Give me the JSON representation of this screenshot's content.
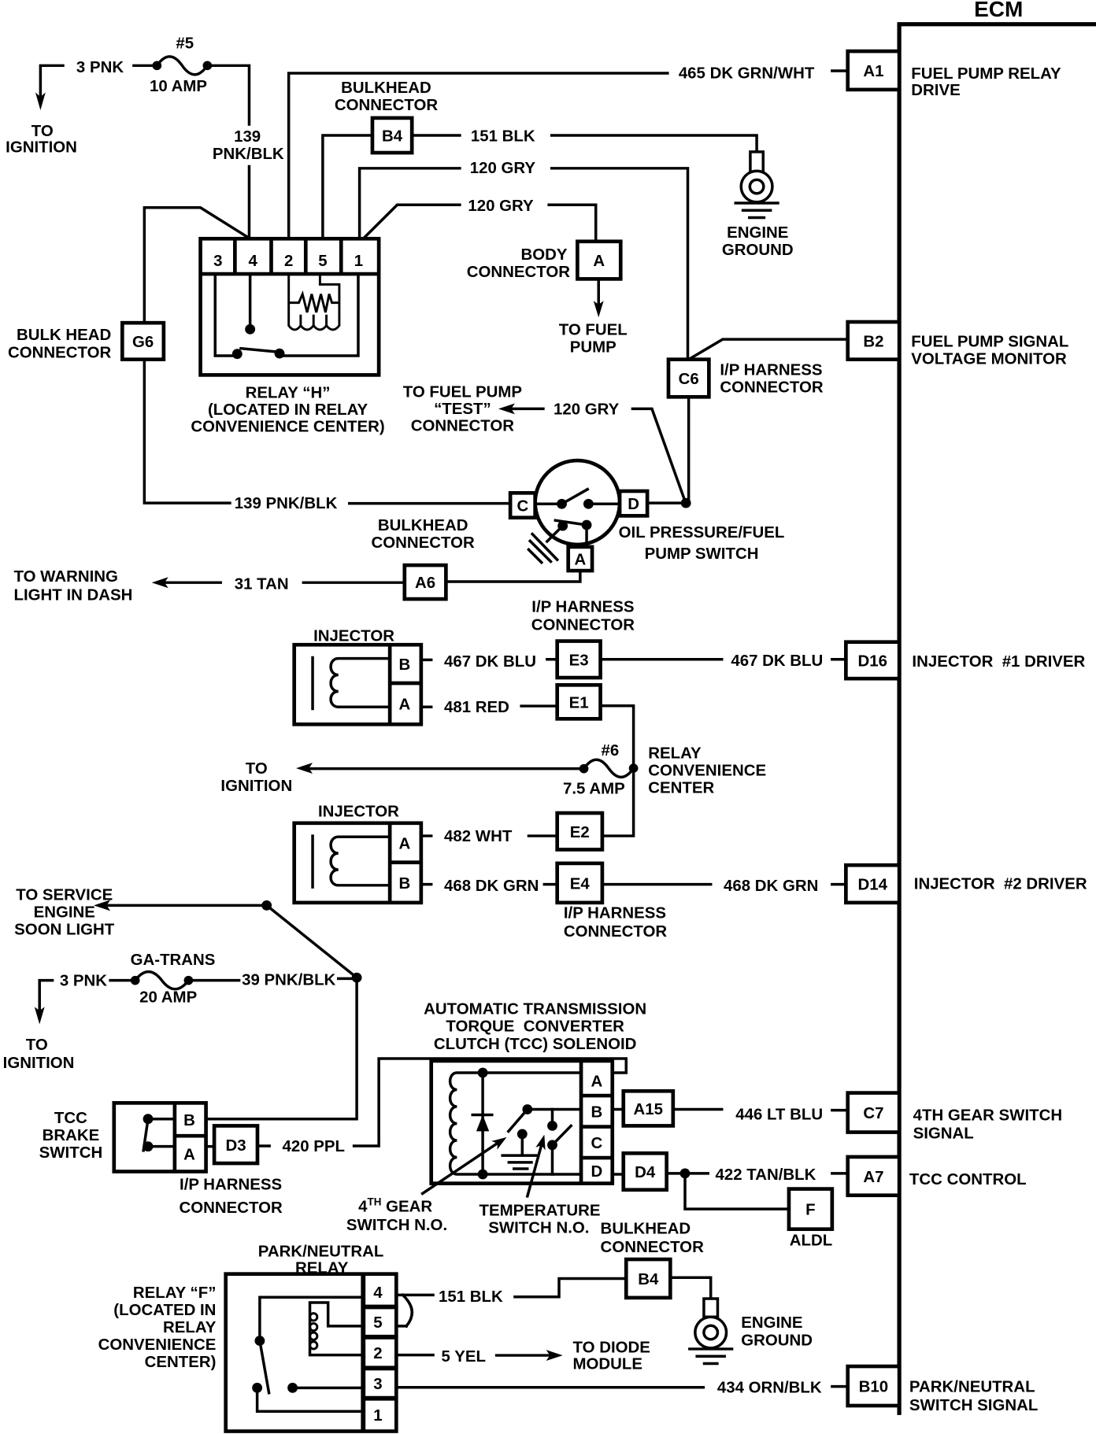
{
  "ecm": {
    "title": "ECM",
    "a1": {
      "id": "A1",
      "desc": [
        "FUEL PUMP RELAY",
        "DRIVE"
      ]
    },
    "b2": {
      "id": "B2",
      "desc": [
        "FUEL PUMP SIGNAL",
        "VOLTAGE MONITOR"
      ]
    },
    "d16": {
      "id": "D16",
      "desc": [
        "INJECTOR  #1 DRIVER"
      ]
    },
    "d14": {
      "id": "D14",
      "desc": [
        "INJECTOR  #2 DRIVER"
      ]
    },
    "c7": {
      "id": "C7",
      "desc": [
        "4TH GEAR SWITCH",
        "SIGNAL"
      ]
    },
    "a7": {
      "id": "A7",
      "desc": [
        "TCC CONTROL"
      ]
    },
    "b10": {
      "id": "B10",
      "desc": [
        "PARK/NEUTRAL",
        "SWITCH SIGNAL"
      ]
    }
  },
  "fuses": {
    "f5": {
      "name": "#5",
      "rating": "10 AMP"
    },
    "f6": {
      "name": "#6",
      "rating": "7.5 AMP",
      "location": [
        "RELAY",
        "CONVENIENCE",
        "CENTER"
      ]
    },
    "ga_trans": {
      "name": "GA-TRANS",
      "rating": "20 AMP"
    }
  },
  "wires": {
    "w3_pnk_top": "3 PNK",
    "w139_top": [
      "139",
      "PNK/BLK"
    ],
    "w465": "465 DK GRN/WHT",
    "w151_top": "151 BLK",
    "w120_gry_1": "120 GRY",
    "w120_gry_2": "120 GRY",
    "w120_gry_test": "120 GRY",
    "w139_oil": "139 PNK/BLK",
    "w31_tan": "31 TAN",
    "w467_inj": "467 DK BLU",
    "w467_ecm": "467 DK BLU",
    "w481_red": "481 RED",
    "w482_wht": "482 WHT",
    "w468_inj": "468 DK GRN",
    "w468_ecm": "468 DK GRN",
    "w3_pnk_bottom": "3 PNK",
    "w39": "39 PNK/BLK",
    "w420": "420 PPL",
    "w446": "446 LT BLU",
    "w422": "422 TAN/BLK",
    "w151_bottom": "151 BLK",
    "w5_yel": "5 YEL",
    "w434": "434 ORN/BLK"
  },
  "connectors": {
    "b4_top": {
      "id": "B4",
      "label": [
        "BULKHEAD",
        "CONNECTOR"
      ]
    },
    "g6": {
      "id": "G6",
      "label": [
        "BULK HEAD",
        "CONNECTOR"
      ]
    },
    "body_a": {
      "id": "A",
      "label": [
        "BODY",
        "CONNECTOR"
      ]
    },
    "c6": {
      "id": "C6",
      "label": [
        "I/P HARNESS",
        "CONNECTOR"
      ]
    },
    "a6": {
      "id": "A6",
      "label": [
        "BULKHEAD",
        "CONNECTOR"
      ]
    },
    "e3": {
      "id": "E3",
      "label": [
        "I/P HARNESS",
        "CONNECTOR"
      ]
    },
    "e1": {
      "id": "E1"
    },
    "e2": {
      "id": "E2"
    },
    "e4": {
      "id": "E4",
      "label": [
        "I/P HARNESS",
        "CONNECTOR"
      ]
    },
    "d3": {
      "id": "D3",
      "label": [
        "I/P HARNESS",
        "CONNECTOR"
      ]
    },
    "a15": {
      "id": "A15"
    },
    "d4": {
      "id": "D4"
    },
    "aldl": {
      "id": "F",
      "label": "ALDL"
    },
    "b4_bottom": {
      "id": "B4",
      "label": [
        "BULKHEAD",
        "CONNECTOR"
      ]
    }
  },
  "components": {
    "relay_h": {
      "pins": [
        "3",
        "4",
        "2",
        "5",
        "1"
      ],
      "label": [
        "RELAY “H”",
        "(LOCATED IN RELAY",
        "CONVENIENCE CENTER)"
      ]
    },
    "oil_pressure_switch": {
      "pin_c": "C",
      "pin_d": "D",
      "pin_a": "A",
      "label": [
        "OIL PRESSURE/FUEL",
        "PUMP SWITCH"
      ]
    },
    "injector_1": {
      "title": "INJECTOR",
      "pin_top": "B",
      "pin_bottom": "A"
    },
    "injector_2": {
      "title": "INJECTOR",
      "pin_top": "A",
      "pin_bottom": "B"
    },
    "tcc_brake_switch": {
      "label": [
        "TCC",
        "BRAKE",
        "SWITCH"
      ],
      "pin_top": "B",
      "pin_bottom": "A"
    },
    "tcc_solenoid": {
      "label": [
        "AUTOMATIC TRANSMISSION",
        "TORQUE  CONVERTER",
        "CLUTCH (TCC) SOLENOID"
      ],
      "pins": [
        "A",
        "B",
        "C",
        "D"
      ],
      "fourth_gear_switch": {
        "num": "4",
        "sup": "TH",
        "rest": " GEAR",
        "line2": "SWITCH N.O."
      },
      "temperature_switch": [
        "TEMPERATURE",
        "SWITCH N.O."
      ]
    },
    "park_neutral_relay": {
      "title": [
        "PARK/NEUTRAL",
        "RELAY"
      ],
      "label": [
        "RELAY “F”",
        "(LOCATED IN",
        "RELAY",
        "CONVENIENCE",
        "CENTER)"
      ],
      "pins": [
        "4",
        "5",
        "2",
        "3",
        "1"
      ]
    },
    "engine_ground_top": {
      "label": [
        "ENGINE",
        "GROUND"
      ]
    },
    "engine_ground_bottom": {
      "label": [
        "ENGINE",
        "GROUND"
      ]
    }
  },
  "destinations": {
    "to_ignition_top": [
      "TO",
      "IGNITION"
    ],
    "to_fuel_pump": [
      "TO FUEL",
      "PUMP"
    ],
    "to_fuel_pump_test": [
      "TO FUEL PUMP",
      "“TEST”",
      "CONNECTOR"
    ],
    "to_warning_light": [
      "TO WARNING",
      "LIGHT IN DASH"
    ],
    "to_ignition_mid": [
      "TO",
      "IGNITION"
    ],
    "to_service_engine_soon": [
      "TO SERVICE",
      "ENGINE",
      "SOON LIGHT"
    ],
    "to_ignition_bottom": [
      "TO",
      "IGNITION"
    ],
    "to_diode_module": [
      "TO DIODE",
      "MODULE"
    ]
  }
}
